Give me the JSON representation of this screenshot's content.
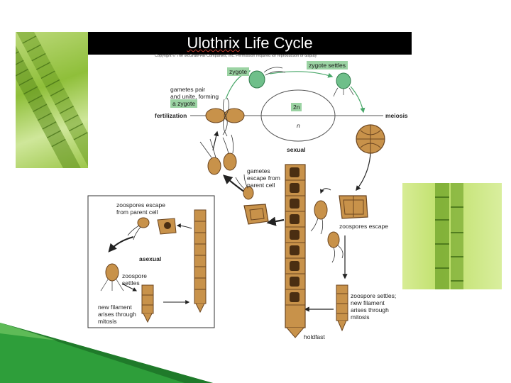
{
  "title": {
    "word": "Ulothrix",
    "rest": " Life Cycle"
  },
  "copyright": "Copyright © The McGraw-Hill Companies, Inc. Permission required for reproduction or display",
  "labels": {
    "zygote": "zygote",
    "zygote_settles": "zygote settles",
    "gametes_pair": [
      "gametes pair",
      "and unite, forming",
      "a zygote"
    ],
    "fertilization": "fertilization",
    "meiosis": "meiosis",
    "two_n": "2n",
    "n": "n",
    "sexual": "sexual",
    "gametes_escape": [
      "gametes",
      "escape from",
      "parent cell"
    ],
    "zoospores_escape_left": [
      "zoospores escape",
      "from parent cell"
    ],
    "zoospores_escape_right": "zoospores escape",
    "asexual": "asexual",
    "zoospore_settles_left": [
      "zoospore",
      "settles"
    ],
    "new_filament_left": [
      "new filament",
      "arises through",
      "mitosis"
    ],
    "zoospore_settles_right": [
      "zoospore settles;",
      "new filament",
      "arises through",
      "mitosis"
    ],
    "holdfast": "holdfast"
  },
  "colors": {
    "cell": "#c8924a",
    "cell_dark": "#6b4520",
    "zygote_green": "#6fbf8a",
    "arrow_green": "#4aa86a",
    "tag_green": "#9bd3a3",
    "wedge_green": "#2e9e3a"
  }
}
